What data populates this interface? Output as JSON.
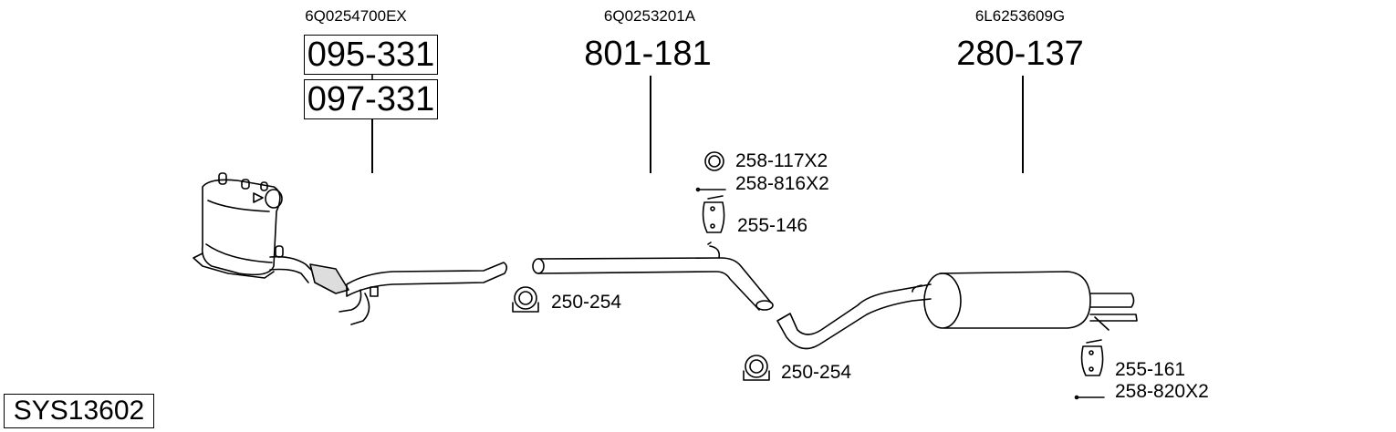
{
  "system_id": "SYS13602",
  "parts": [
    {
      "oe_number": "6Q0254700EX",
      "part_numbers": [
        "095-331",
        "097-331"
      ]
    },
    {
      "oe_number": "6Q0253201A",
      "part_numbers": [
        "801-181"
      ]
    },
    {
      "oe_number": "6L6253609G",
      "part_numbers": [
        "280-137"
      ]
    }
  ],
  "accessories": {
    "clamp_1": "250-254",
    "gasket": "258-117X2",
    "bolt_1": "258-816X2",
    "hanger_1": "255-146",
    "clamp_2": "250-254",
    "hanger_2": "255-161",
    "bolt_2": "258-820X2"
  }
}
